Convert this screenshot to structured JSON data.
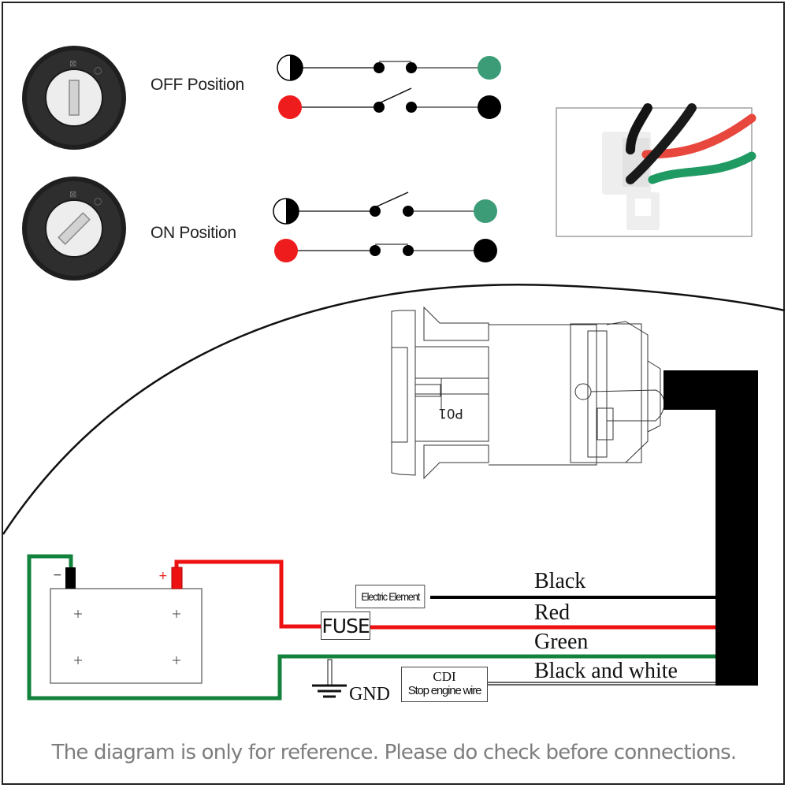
{
  "switch_positions": [
    {
      "label": "OFF Position",
      "key_state": "off",
      "circuits": [
        {
          "left_terminal": "half-black-half-white",
          "right_terminal": "green",
          "switch": "closed"
        },
        {
          "left_terminal": "red",
          "right_terminal": "black",
          "switch": "open"
        }
      ]
    },
    {
      "label": "ON Position",
      "key_state": "on",
      "circuits": [
        {
          "left_terminal": "half-black-half-white",
          "right_terminal": "green",
          "switch": "open"
        },
        {
          "left_terminal": "red",
          "right_terminal": "black",
          "switch": "closed"
        }
      ]
    }
  ],
  "colors": {
    "terminal_green": "#3d9c78",
    "terminal_red": "#ee1c1c",
    "wire_red": "#ee1111",
    "wire_green": "#13823c",
    "wire_black": "#000000",
    "footer_text": "#7d7d7d"
  },
  "switch_body": {
    "marking": "P01"
  },
  "battery": {
    "negative_sign": "−",
    "positive_sign": "+",
    "cell_marks": [
      "+",
      "+",
      "+",
      "+"
    ]
  },
  "components": {
    "fuse": "FUSE",
    "electric_element": "Electric Element",
    "cdi_title": "CDI",
    "cdi_subtitle": "Stop engine wire",
    "ground": "GND"
  },
  "wires": [
    {
      "label": "Black",
      "color": "#000000"
    },
    {
      "label": "Red",
      "color": "#ee1111"
    },
    {
      "label": "Green",
      "color": "#13823c"
    },
    {
      "label": "Black and white",
      "color": "#ffffff"
    }
  ],
  "footer": "The diagram is only for reference. Please do check before connections."
}
